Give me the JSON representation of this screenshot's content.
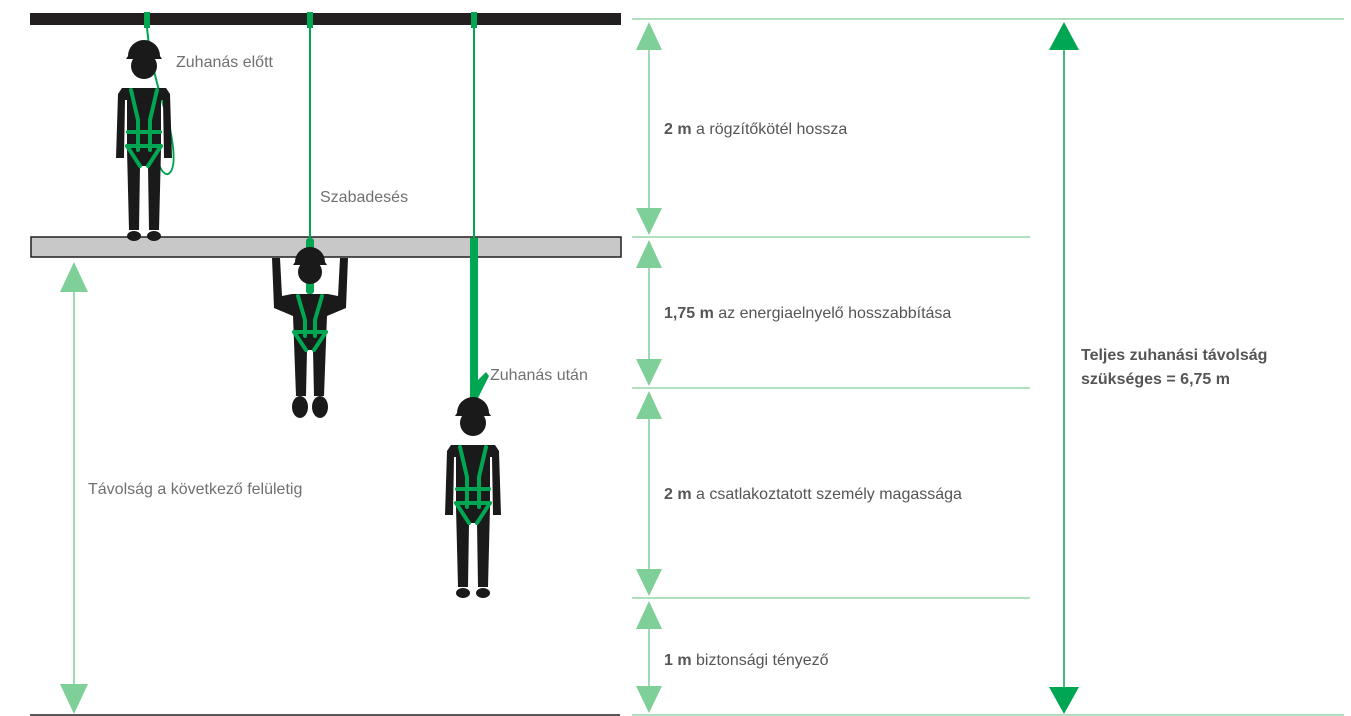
{
  "labels": {
    "before_fall": "Zuhanás előtt",
    "free_fall": "Szabadesés",
    "after_fall": "Zuhanás után",
    "distance_to_surface": "Távolság a következő felületig"
  },
  "segments": [
    {
      "value": "2 m",
      "text": " a rögzítőkötél hossza"
    },
    {
      "value": "1,75 m",
      "text": " az energiaelnyelő hosszabbítása"
    },
    {
      "value": "2 m",
      "text": " a csatlakoztatott személy magassága"
    },
    {
      "value": "1 m",
      "text": " biztonsági tényező"
    }
  ],
  "total": {
    "line1": "Teljes zuhanási távolság",
    "line2": "szükséges = 6,75 m"
  },
  "colors": {
    "lanyard": "#00a651",
    "light_arrow": "#7fcf98",
    "dark_arrow": "#00a651",
    "beam": "#231f20",
    "platform": "#c8c8c8",
    "person": "#1a1a1a"
  }
}
